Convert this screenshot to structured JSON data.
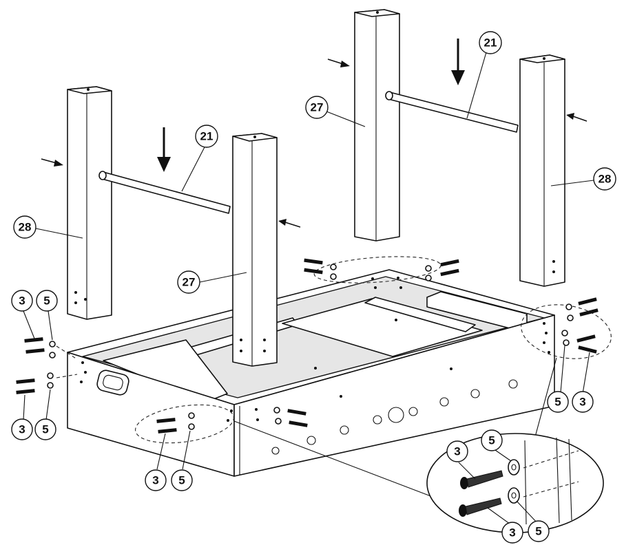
{
  "callouts": {
    "rod_left": "21",
    "rod_right": "21",
    "leg_front_left": "28",
    "leg_front_middle": "27",
    "leg_back_left": "27",
    "leg_back_right": "28",
    "screw_left_top": "3",
    "washer_left_top": "5",
    "screw_left_bottom": "3",
    "washer_left_bottom": "5",
    "screw_front": "3",
    "washer_front": "5",
    "washer_right": "5",
    "screw_right": "3",
    "screw_detail_top": "3",
    "washer_detail_top": "5",
    "screw_detail_bottom": "3",
    "washer_detail_bottom": "5"
  }
}
